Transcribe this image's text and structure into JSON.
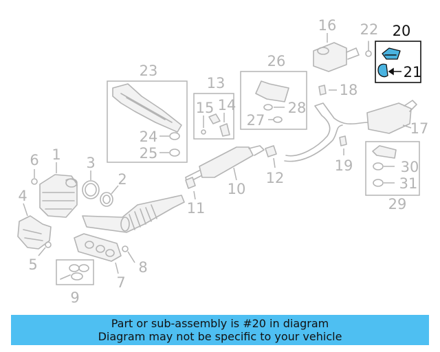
{
  "callouts": {
    "c1": "1",
    "c2": "2",
    "c3": "3",
    "c4": "4",
    "c5": "5",
    "c6": "6",
    "c7": "7",
    "c8": "8",
    "c9": "9",
    "c10": "10",
    "c11": "11",
    "c12": "12",
    "c13": "13",
    "c14": "14",
    "c15": "15",
    "c16": "16",
    "c17": "17",
    "c18": "18",
    "c19": "19",
    "c20": "20",
    "c21": "21",
    "c22": "22",
    "c23": "23",
    "c24": "24",
    "c25": "25",
    "c26": "26",
    "c27": "27",
    "c28": "28",
    "c29": "29",
    "c30": "30",
    "c31": "31"
  },
  "highlighted_callouts": [
    "20",
    "21"
  ],
  "banner": {
    "line1": "Part or sub-assembly is #20 in diagram",
    "line2": "Diagram may not be specific to your vehicle"
  },
  "colors": {
    "banner_background": "#4ebff2",
    "highlight_part": "#4ab3e0",
    "linework": "#b4b4b4",
    "highlight_ink": "#111111"
  }
}
